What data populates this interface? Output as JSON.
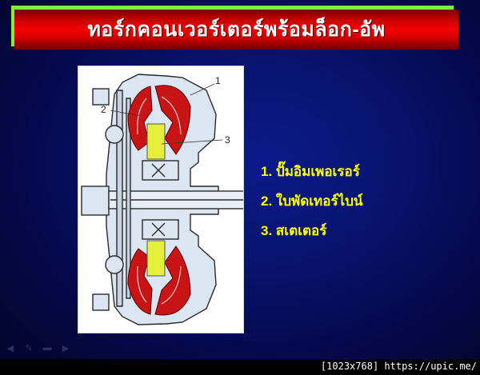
{
  "slide": {
    "title": "ทอร์กคอนเวอร์เตอร์พร้อมล็อก-อัพ",
    "colors": {
      "title_bar": "#f20000",
      "title_accent": "#7cf03c",
      "background": "#081470",
      "list_text": "#ffff00"
    },
    "figure": {
      "callouts": [
        "1",
        "2",
        "3"
      ],
      "colors": {
        "impeller_turbine": "#c81414",
        "stator": "#e4f03a",
        "housing": "#dbe6f2"
      }
    },
    "list": [
      {
        "label": "1. ปั๊มอิมเพอเรอร์"
      },
      {
        "label": "2. ใบพัดเทอร์ไบน์"
      },
      {
        "label": "3. สเตเตอร์"
      }
    ]
  },
  "nav": {
    "icons": [
      "back-arrow-icon",
      "pen-icon",
      "menu-icon",
      "forward-arrow-icon"
    ]
  },
  "footer": {
    "watermark": "[1023x768] https://upic.me/"
  }
}
